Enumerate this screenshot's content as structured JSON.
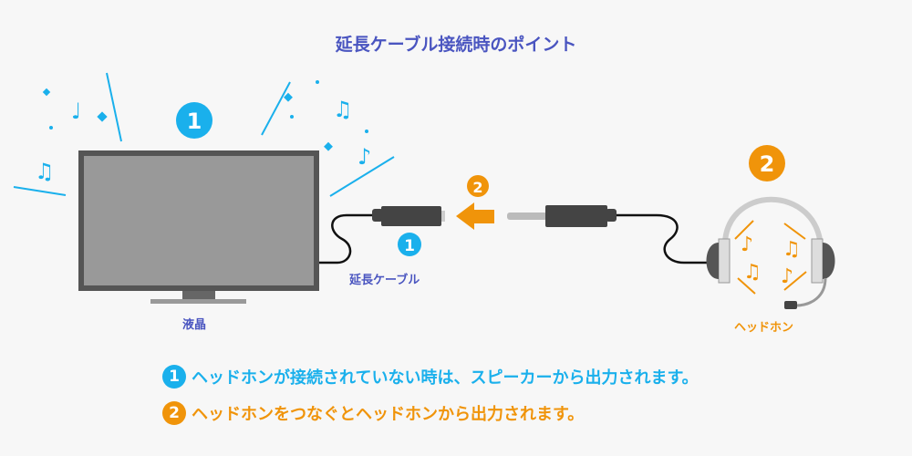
{
  "title": "延長ケーブル接続時のポイント",
  "labels": {
    "tv": "液晶",
    "cable": "延長ケーブル",
    "headphone": "ヘッドホン"
  },
  "markers": {
    "one": "1",
    "two": "2"
  },
  "notes": [
    {
      "num": "1",
      "text": "ヘッドホンが接続されていない時は、スピーカーから出力されます。"
    },
    {
      "num": "2",
      "text": "ヘッドホンをつなぐとヘッドホンから出力されます。"
    }
  ],
  "colors": {
    "blue": "#1ab0ec",
    "orange": "#f0940a",
    "title": "#4a55c0"
  }
}
